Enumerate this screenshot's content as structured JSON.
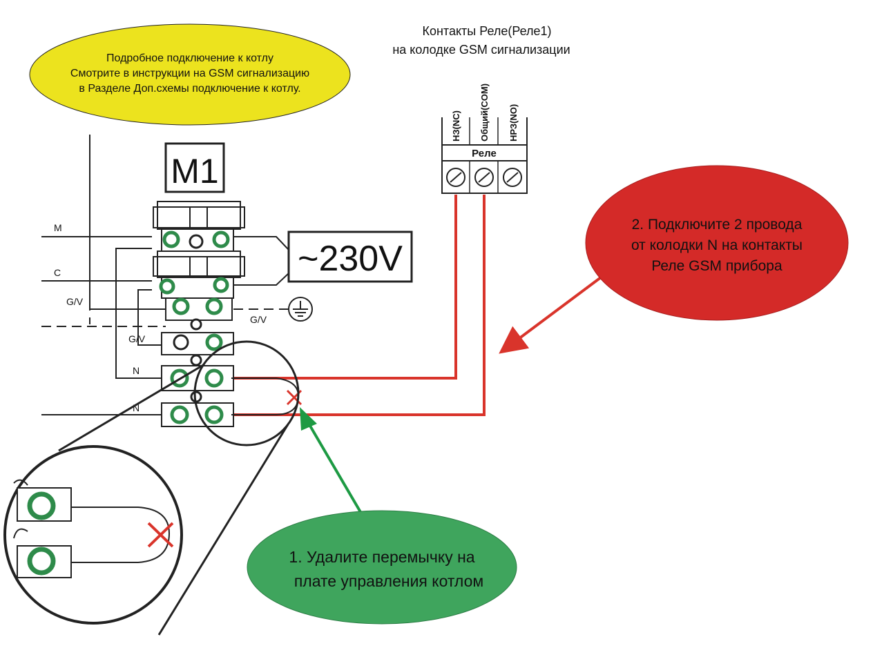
{
  "yellow_note": {
    "line1": "Подробное подключение к котлу",
    "line2": "Смотрите в инструкции на GSM сигнализацию",
    "line3": "в Разделе Доп.схемы подключение к котлу."
  },
  "relay_header": {
    "line1": "Контакты Реле(Реле1)",
    "line2": "на колодке GSM сигнализации"
  },
  "relay_block": {
    "title": "Реле",
    "contact_nc": "НЗ(NC)",
    "contact_com": "Общий(COM)",
    "contact_no": "НРЗ(NO)"
  },
  "motor_label": "M1",
  "voltage_label": "~230V",
  "terminal_labels": {
    "m": "M",
    "c": "C",
    "gv1": "G/V",
    "gv2": "G/V",
    "gv3": "G/V",
    "n1": "N",
    "n2": "N"
  },
  "red_note": {
    "line1": "2. Подключите 2 провода",
    "line2": "от колодки N на контакты",
    "line3": "Реле GSM прибора"
  },
  "green_note": {
    "line1": "1. Удалите перемычку на",
    "line2": "плате управления котлом"
  },
  "colors": {
    "yellow": "#ece31e",
    "red_note": "#d42a28",
    "green_note": "#3fa55d",
    "wire_red": "#d9342b",
    "arrow_green": "#1d9a43",
    "terminal_green": "#2e8b4a"
  }
}
